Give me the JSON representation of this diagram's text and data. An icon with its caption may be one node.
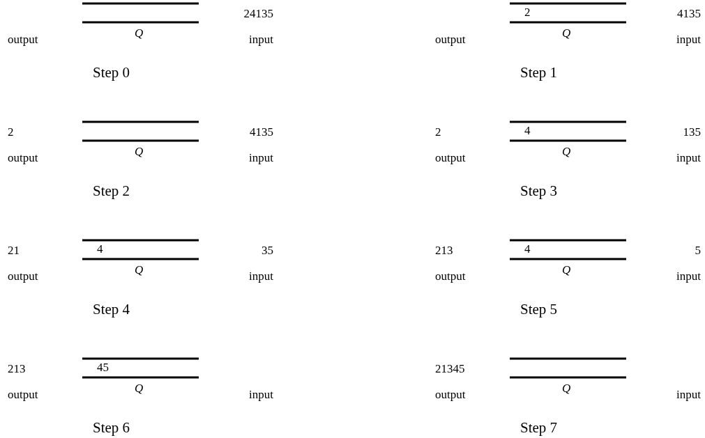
{
  "diagram": {
    "labels": [
      "24135",
      "output",
      "Q",
      "input",
      "Step 0",
      "2",
      "4135",
      "output",
      "Q",
      "input",
      "Step 1",
      "2",
      "4135",
      "output",
      "Q",
      "input",
      "Step 2",
      "2",
      "4",
      "135",
      "output",
      "Q",
      "input",
      "Step 3",
      "21",
      "4",
      "35",
      "output",
      "Q",
      "input",
      "Step 4",
      "213",
      "4",
      "5",
      "output",
      "Q",
      "input",
      "Step 5",
      "213",
      "45",
      "output",
      "Q",
      "input",
      "Step 6",
      "21345",
      "output",
      "Q",
      "input",
      "Step 7"
    ]
  }
}
